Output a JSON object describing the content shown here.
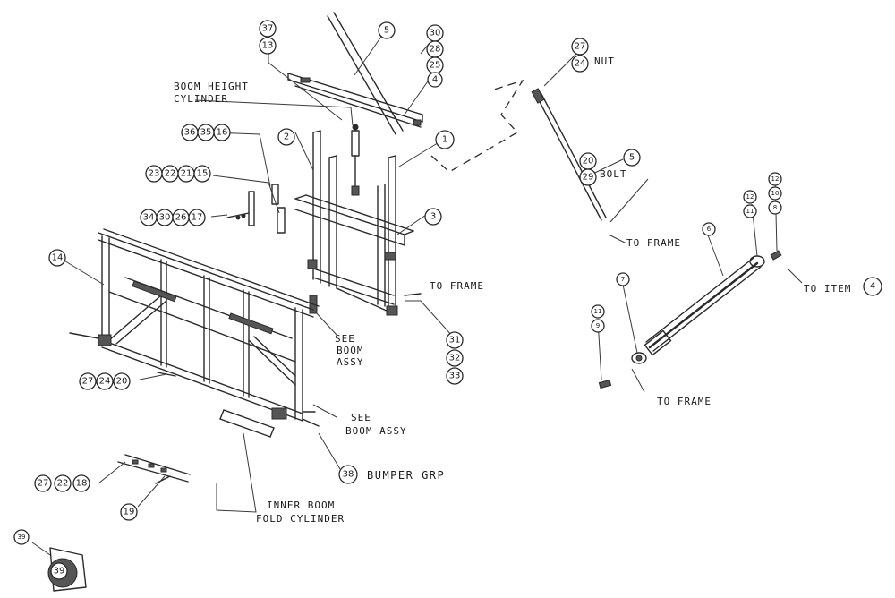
{
  "labels": {
    "boom_height_1": "BOOM HEIGHT",
    "boom_height_2": "CYLINDER",
    "to_frame_1": "TO FRAME",
    "to_frame_2": "TO FRAME",
    "to_frame_3": "TO FRAME",
    "to_item": "TO ITEM",
    "see_boom_1a": "SEE",
    "see_boom_1b": "BOOM",
    "see_boom_1c": "ASSY",
    "see_boom_2a": "SEE",
    "see_boom_2b": "BOOM ASSY",
    "bumper": "BUMPER GRP",
    "inner_boom_1": "INNER BOOM",
    "inner_boom_2": "FOLD CYLINDER",
    "nut": "NUT",
    "bolt": "BOLT"
  },
  "callouts": {
    "c1": "1",
    "c2": "2",
    "c3": "3",
    "c4": "4",
    "c4b": "4",
    "c5": "5",
    "c5b": "5",
    "c6": "6",
    "c7": "7",
    "c8": "8",
    "c9": "9",
    "c10": "10",
    "c11": "11",
    "c11b": "11",
    "c12": "12",
    "c12b": "12",
    "c13": "13",
    "c14": "14",
    "c15": "15",
    "c16": "16",
    "c17": "17",
    "c18": "18",
    "c19": "19",
    "c20": "20",
    "c20b": "20",
    "c21": "21",
    "c22": "22",
    "c22b": "22",
    "c23": "23",
    "c24": "24",
    "c24b": "24",
    "c25": "25",
    "c26": "26",
    "c27": "27",
    "c27b": "27",
    "c27c": "27",
    "c28": "28",
    "c29": "29",
    "c30": "30",
    "c30b": "30",
    "c31": "31",
    "c32": "32",
    "c33": "33",
    "c34": "34",
    "c35": "35",
    "c36": "36",
    "c37": "37",
    "c38": "38",
    "c39": "39",
    "c39b": "39"
  }
}
